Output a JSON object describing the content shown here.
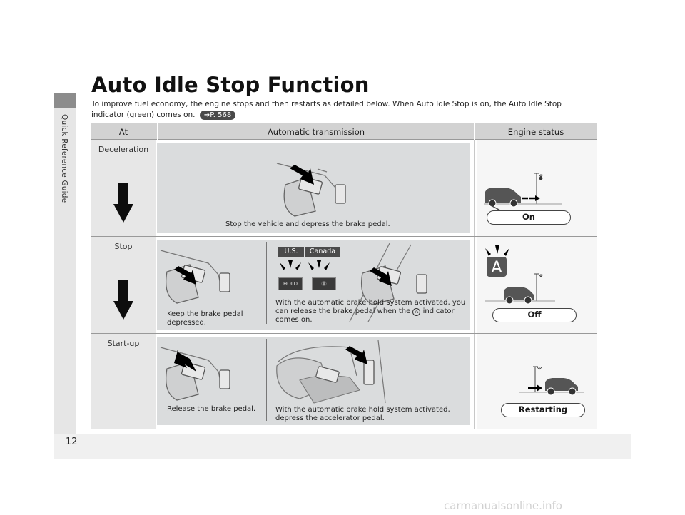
{
  "sidebar": {
    "label": "Quick Reference Guide"
  },
  "page": {
    "number": "12"
  },
  "header": {
    "title": "Auto Idle Stop Function",
    "intro": "To improve fuel economy, the engine stops and then restarts as detailed below. When Auto Idle Stop is on, the Auto Idle Stop indicator (green) comes on.",
    "page_ref": "P. 568"
  },
  "table": {
    "columns": [
      "At",
      "Automatic transmission",
      "Engine status"
    ],
    "rows": [
      {
        "at": "Deceleration",
        "captions": [
          "Stop the vehicle and depress the brake pedal."
        ],
        "engine_status": "On"
      },
      {
        "at": "Stop",
        "captions": [
          "Keep the brake pedal depressed.",
          "With the automatic brake hold system activated, you can release the brake pedal when the",
          "indicator comes on."
        ],
        "regions": [
          "U.S.",
          "Canada"
        ],
        "hold_label": "HOLD",
        "engine_status": "Off"
      },
      {
        "at": "Start-up",
        "captions": [
          "Release the brake pedal.",
          "With the automatic brake hold system activated, depress the accelerator pedal."
        ],
        "engine_status": "Restarting"
      }
    ]
  },
  "watermark": "carmanualsonline.info"
}
